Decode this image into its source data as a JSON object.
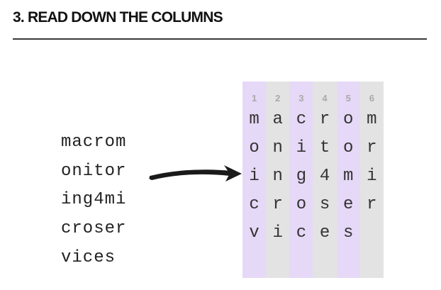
{
  "heading": "3. READ DOWN THE COLUMNS",
  "input_lines": [
    "macrom",
    "onitor",
    "ing4mi",
    "croser",
    "vices"
  ],
  "grid": {
    "columns": [
      {
        "number": "1",
        "letters": [
          "m",
          "o",
          "i",
          "c",
          "v"
        ]
      },
      {
        "number": "2",
        "letters": [
          "a",
          "n",
          "n",
          "r",
          "i"
        ]
      },
      {
        "number": "3",
        "letters": [
          "c",
          "i",
          "g",
          "o",
          "c"
        ]
      },
      {
        "number": "4",
        "letters": [
          "r",
          "t",
          "4",
          "s",
          "e"
        ]
      },
      {
        "number": "5",
        "letters": [
          "o",
          "o",
          "m",
          "e",
          "s"
        ]
      },
      {
        "number": "6",
        "letters": [
          "m",
          "r",
          "i",
          "r"
        ]
      }
    ],
    "column_colors": [
      "#e6d8f7",
      "#e3e3e3",
      "#e6d8f7",
      "#e3e3e3",
      "#e6d8f7",
      "#e3e3e3"
    ]
  },
  "icons": {
    "arrow": "hand-drawn-arrow-icon"
  }
}
